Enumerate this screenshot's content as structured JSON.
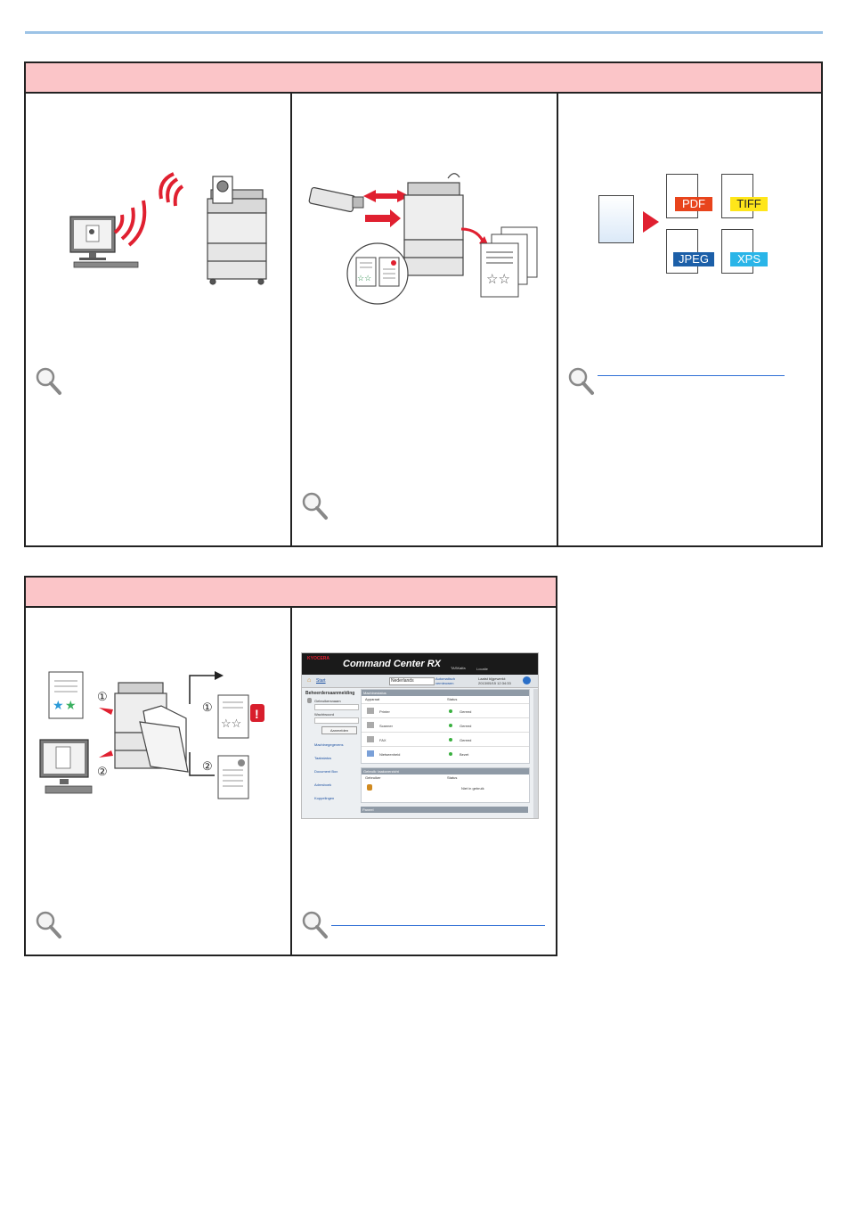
{
  "formats": {
    "pdf": "PDF",
    "tiff": "TIFF",
    "jpeg": "JPEG",
    "xps": "XPS"
  },
  "steps": {
    "one": "①",
    "two": "②"
  },
  "command_center": {
    "brand": "KYOCERA",
    "title": "Command Center RX",
    "subtitle": "TASKalfa",
    "start": "Start",
    "language": "Nederlands",
    "auto_refresh": "Automatisch vernieuwen",
    "last_updated_label": "Laatst bijgewerkt:",
    "last_updated_value": "2013/05/15 12:34:33",
    "login_title": "Beheerdersaanmelding",
    "username_label": "Gebruikersnaam",
    "password_label": "Wachtwoord",
    "login_button": "Aanmelden",
    "local": "Locatie",
    "nav": [
      "Machinegegevens",
      "Taakstatus",
      "Document Box",
      "Adresboek",
      "Koppelingen"
    ],
    "device_section": "Machinestatus",
    "col_device": "Apparaat",
    "col_status": "Status",
    "devices": [
      {
        "name": "Printer",
        "status": "Gereed"
      },
      {
        "name": "Scanner",
        "status": "Gereed"
      },
      {
        "name": "FAX",
        "status": "Gereed"
      },
      {
        "name": "Nietseenheid",
        "status": "Bezet"
      }
    ],
    "user_section": "Gebruik: taakoverzicht",
    "col_user": "Gebruiker",
    "col_user_status": "Status",
    "user_status": "Niet in gebruik",
    "panel_section": "Paneel"
  }
}
